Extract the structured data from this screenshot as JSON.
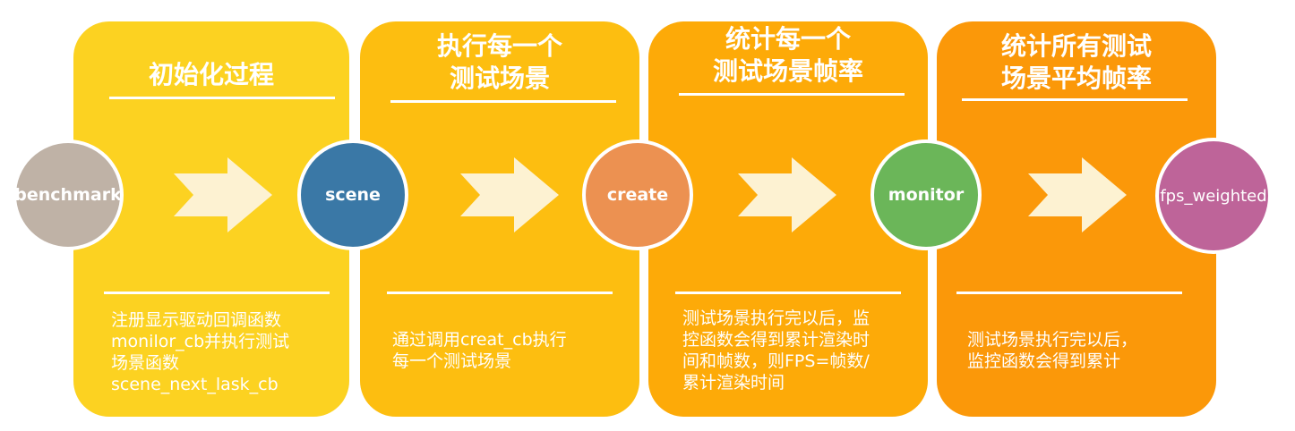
{
  "stages": [
    {
      "title": "初始化过程",
      "description": "注册显示驱动回调函数\nmonilor_cb并执行测试\n场景函数\nscene_next_lask_cb",
      "color": "#FCD221"
    },
    {
      "title": "执行每一个\n测试场景",
      "description": "通过调用creat_cb执行\n每一个测试场景",
      "color": "#FDBE10"
    },
    {
      "title": "统计每一个\n测试场景帧率",
      "description": "测试场景执行完以后，监\n控函数会得到累计渲染时\n间和帧数，则FPS=帧数/\n累计渲染时间",
      "color": "#FDAA08"
    },
    {
      "title": "统计所有测试\n场景平均帧率",
      "description": "测试场景执行完以后，\n监控函数会得到累计",
      "color": "#FB9809"
    }
  ],
  "nodes": [
    {
      "label": "benchmark",
      "color": "#BFB2A6"
    },
    {
      "label": "scene",
      "color": "#3A78A6"
    },
    {
      "label": "create",
      "color": "#EC9151"
    },
    {
      "label": "monitor",
      "color": "#6BB659"
    },
    {
      "label": "fps_weighted",
      "color": "#BE6499"
    }
  ],
  "arrow_color": "#FDF2D2"
}
